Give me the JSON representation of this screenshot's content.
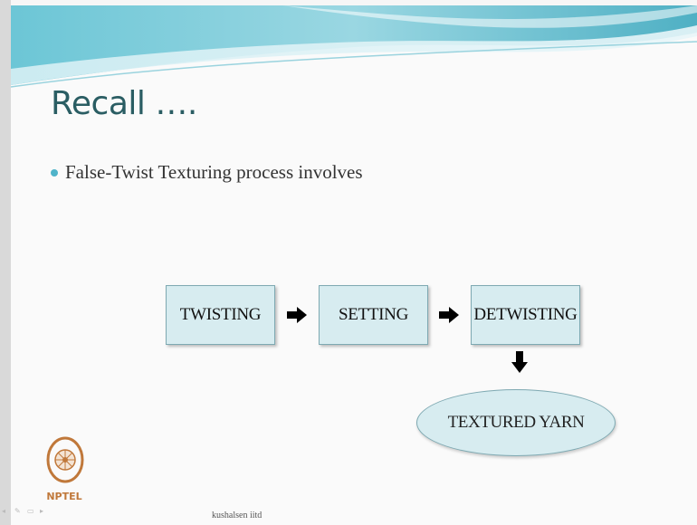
{
  "slide": {
    "title": "Recall ….",
    "bullet": "False-Twist Texturing process involves"
  },
  "flow": {
    "steps": [
      "TWISTING",
      "SETTING",
      "DETWISTING"
    ],
    "output": "TEXTURED YARN"
  },
  "logo": {
    "label": "NPTEL",
    "icon": "nptel-wheel-icon"
  },
  "footer": {
    "credit": "kushalsen iitd"
  },
  "colors": {
    "title": "#2a5d63",
    "bullet": "#4fb3c9",
    "box_fill": "#d7ecf0",
    "box_border": "#7ea9b2",
    "wave_teal": "#5fbfd0",
    "logo": "#c0783a"
  },
  "nav_icons": [
    "prev-icon",
    "pen-icon",
    "menu-icon",
    "next-icon"
  ]
}
